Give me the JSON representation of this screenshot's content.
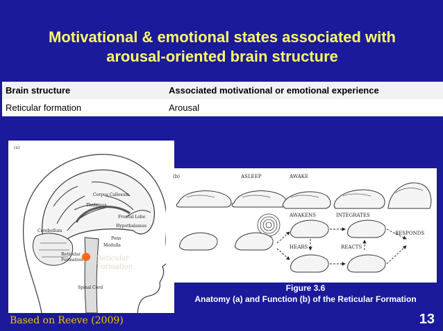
{
  "slide": {
    "title_line1": "Motivational & emotional states associated with",
    "title_line2": "arousal-oriented brain structure",
    "credit": "Based on Reeve (2009)",
    "page_number": "13"
  },
  "table": {
    "headers": [
      "Brain structure",
      "Associated motivational or emotional experience"
    ],
    "rows": [
      [
        "Reticular formation",
        "Arousal"
      ]
    ]
  },
  "figure_a": {
    "panel_label": "(a)",
    "labels": {
      "corpus_callosum": "Corpus Callosum",
      "thalamus": "Thalamus",
      "frontal_lobe": "Frontal Lobe",
      "hypothalamus": "Hypothalamus",
      "cerebellum": "Cerebellum",
      "pons": "Pons",
      "medulla": "Medulla",
      "reticular_formation_1": "Reticular",
      "reticular_formation_2": "Formation",
      "spinal_cord": "Spinal Cord",
      "overlay_1": "Reticular",
      "overlay_2": "Formation"
    },
    "highlight_color": "#ff6a1a"
  },
  "figure_b": {
    "panel_label": "(b)",
    "labels": {
      "asleep": "ASLEEP",
      "awake": "AWAKE",
      "awakens": "AWAKENS",
      "integrates": "INTEGRATES",
      "responds": "RESPONDS",
      "hears": "HEARS",
      "reacts": "REACTS"
    }
  },
  "caption": {
    "line1": "Figure 3.6",
    "line2": "Anatomy (a) and Function (b) of the Reticular Formation"
  },
  "colors": {
    "background": "#1a1a9a",
    "title": "#ffff66",
    "credit": "#ffc000"
  }
}
